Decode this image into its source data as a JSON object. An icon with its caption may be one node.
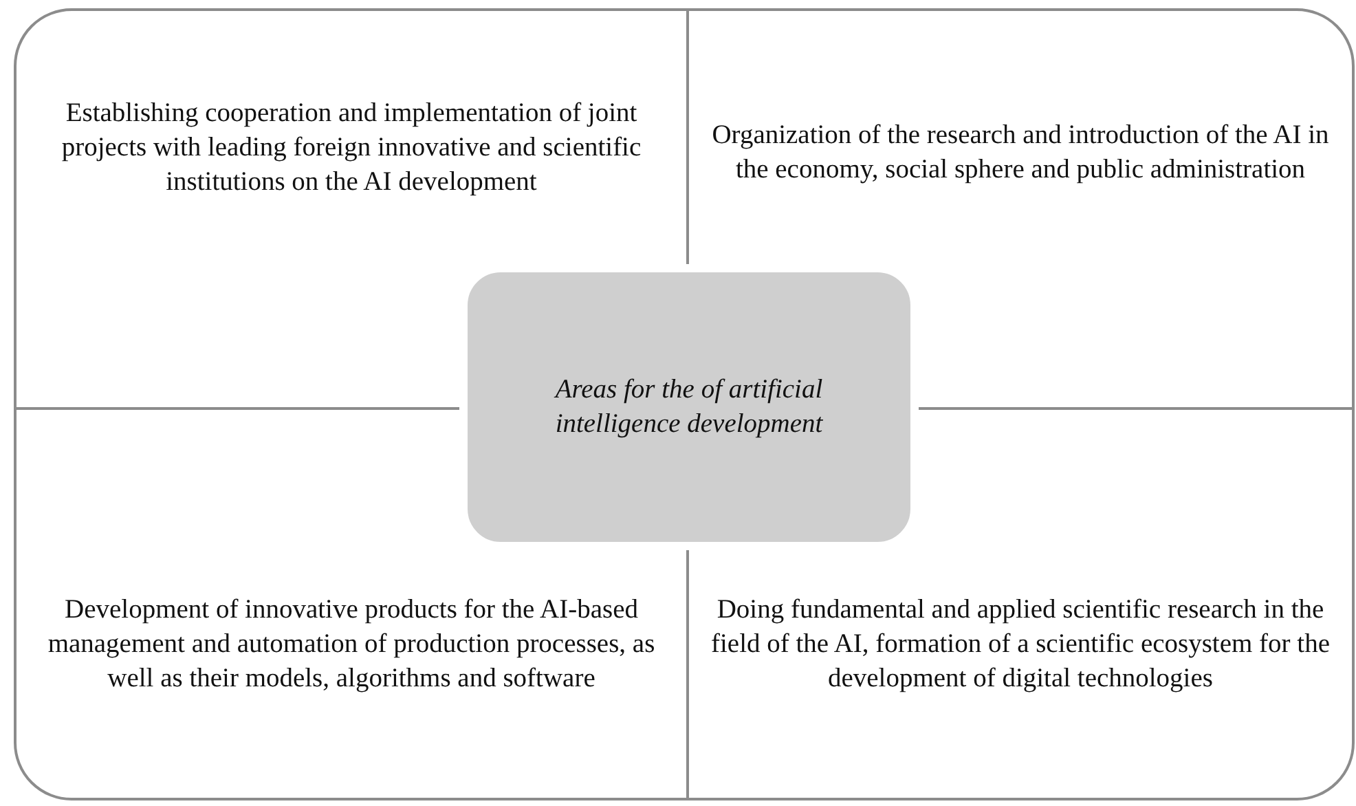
{
  "diagram": {
    "nodes": [
      {
        "text": [
          "Establishing cooperation and implementation of joint projects with leading foreign innovative and scientific institutions on the AI development"
        ]
      },
      {
        "text": [
          "Organization of the research and introduction of the AI in the economy, social sphere and public administration"
        ]
      },
      {
        "text": [
          "Areas for the of artificial intelligence development"
        ]
      },
      {
        "text": [
          "Development of innovative products for the AI-based management and automation of production processes, as well as their models, algorithms and software"
        ]
      },
      {
        "text": [
          "Doing fundamental and applied scientific research in the field of the AI, formation of a scientific ecosystem for the development of digital technologies"
        ]
      }
    ]
  }
}
